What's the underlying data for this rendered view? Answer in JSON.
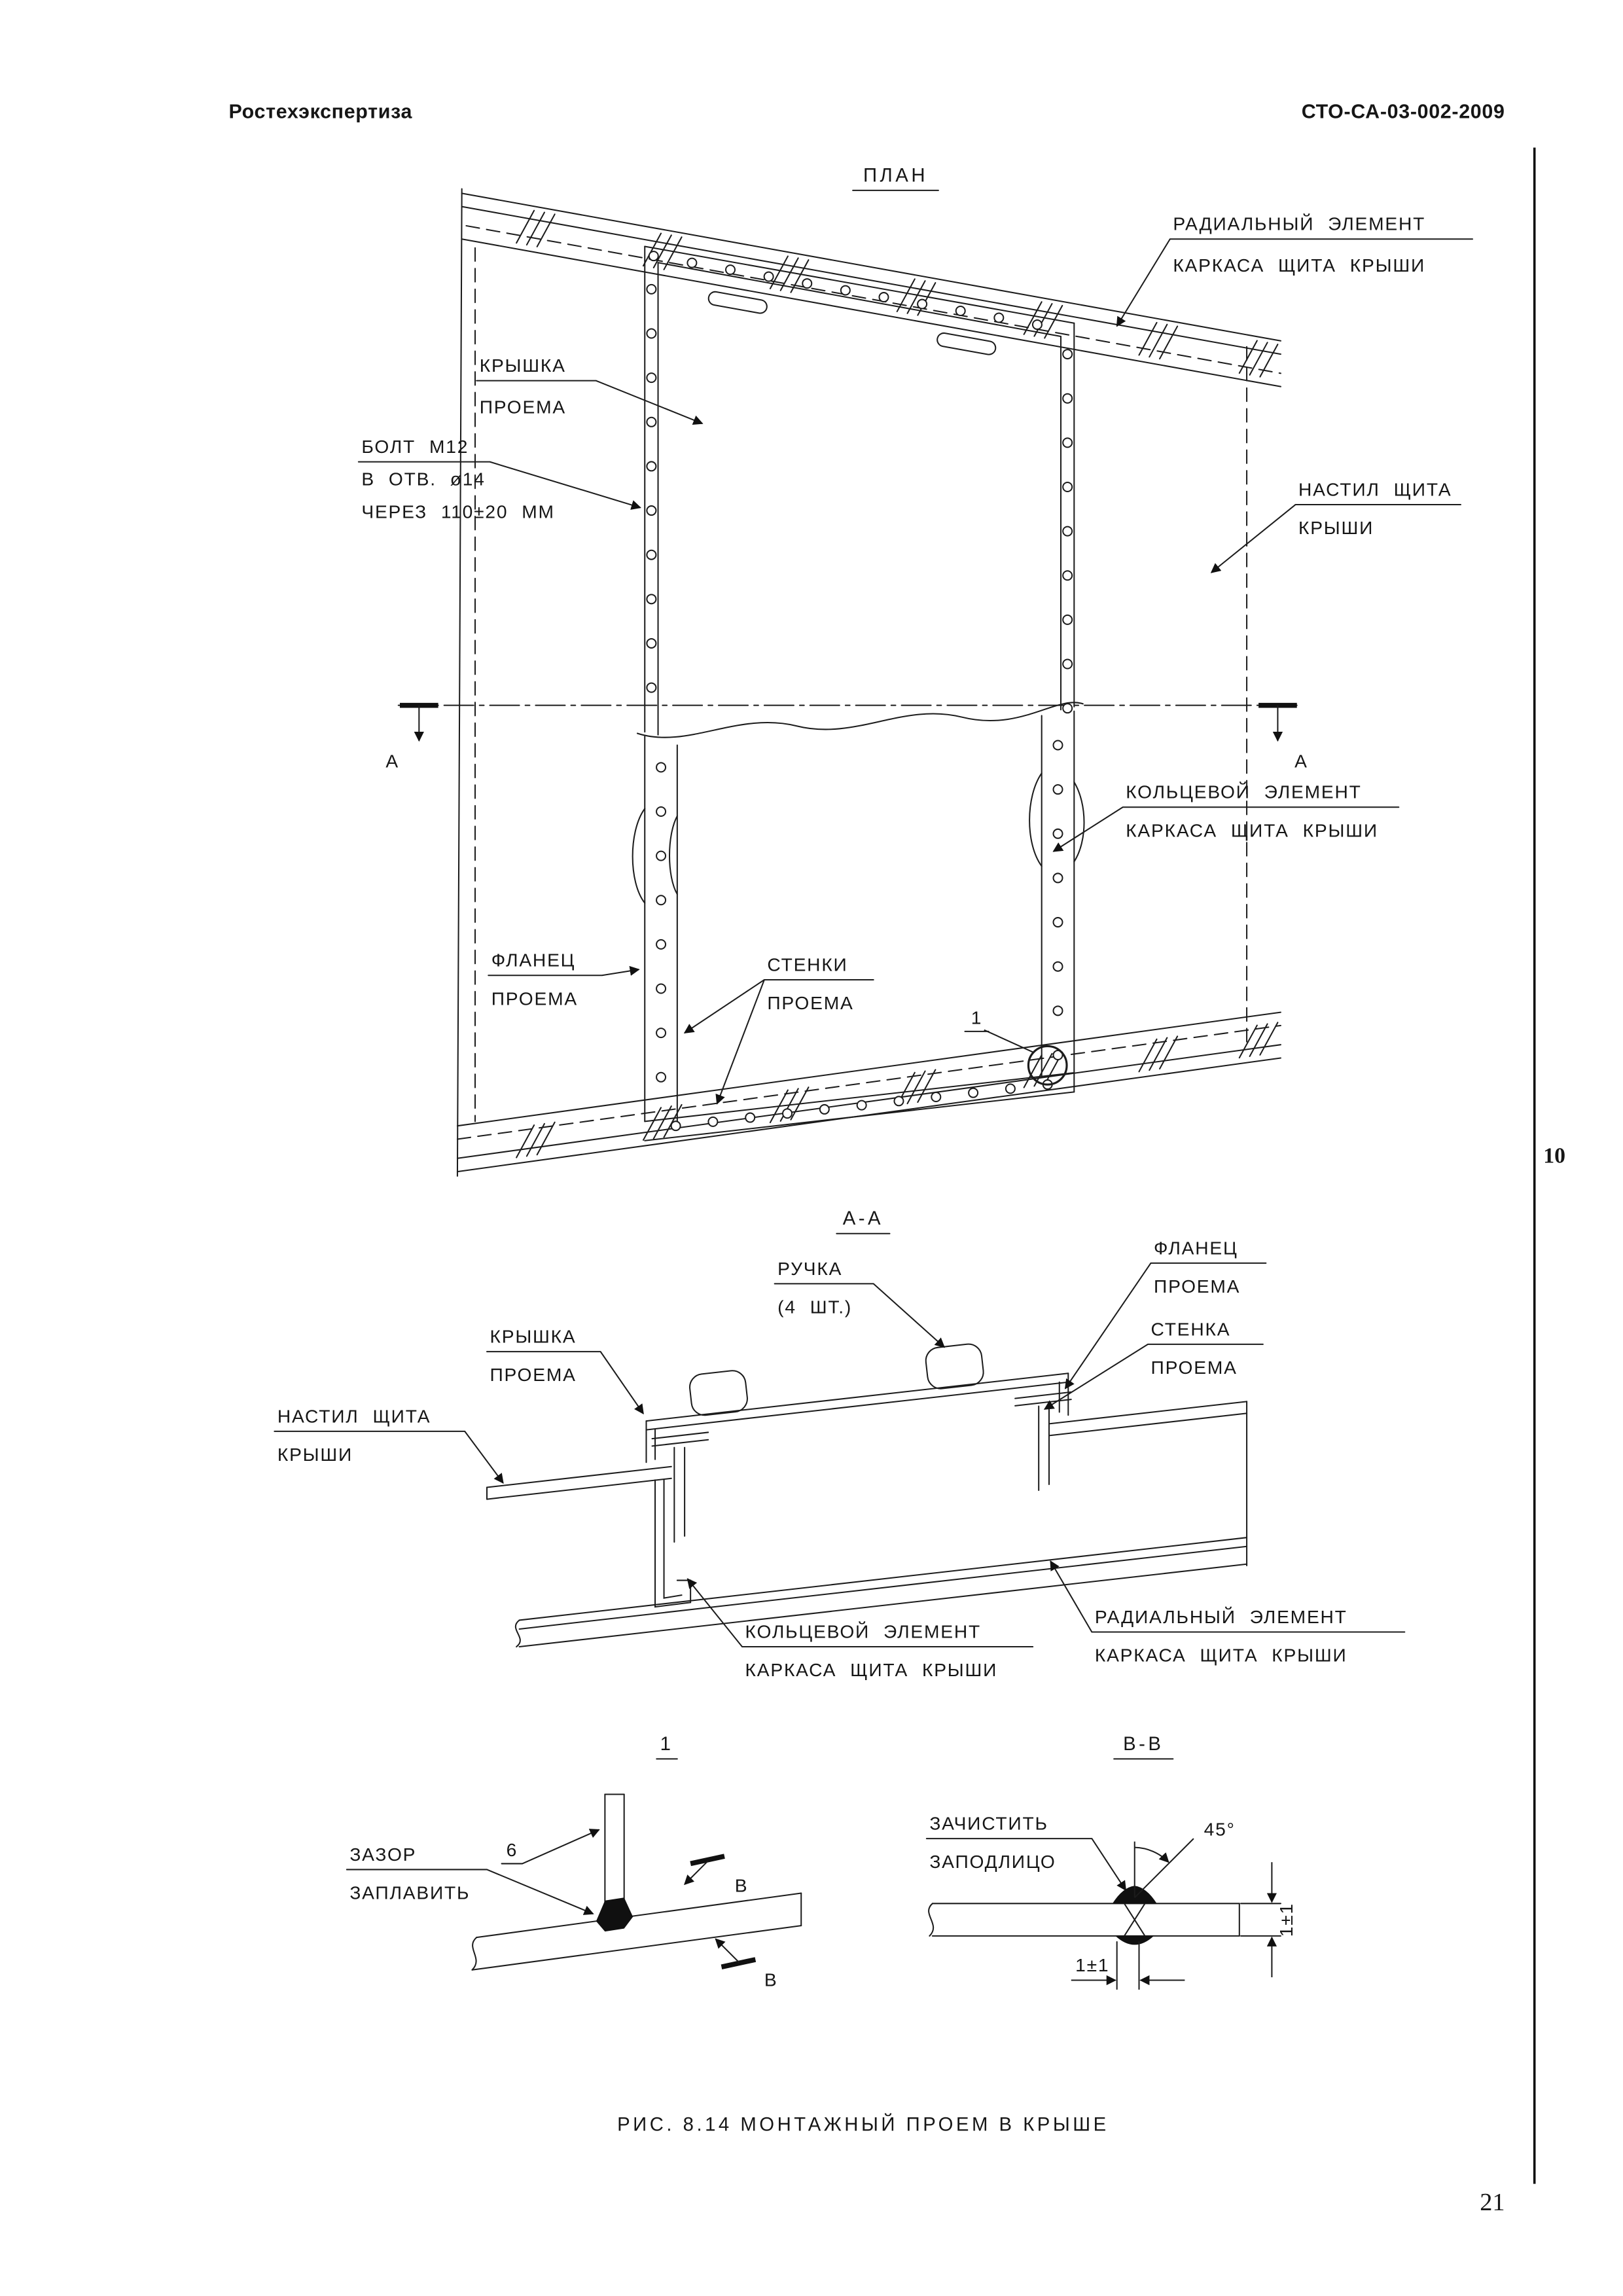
{
  "header": {
    "left": "Ростехэкспертиза",
    "right": "СТО-СА-03-002-2009"
  },
  "margin": {
    "clause": "10",
    "page": "21"
  },
  "caption": "РИС. 8.14 МОНТАЖНЫЙ ПРОЕМ В КРЫШЕ",
  "plan": {
    "title": "ПЛАН",
    "radial1": "РАДИАЛЬНЫЙ ЭЛЕМЕНТ",
    "radial2": "КАРКАСА ЩИТА КРЫШИ",
    "cover1": "КРЫШКА",
    "cover2": "ПРОЕМА",
    "bolt1": "БОЛТ М12",
    "bolt2": "В ОТВ. ø14",
    "bolt3": "ЧЕРЕЗ 110±20 ММ",
    "deck1": "НАСТИЛ ЩИТА",
    "deck2": "КРЫШИ",
    "ring1": "КОЛЬЦЕВОЙ ЭЛЕМЕНТ",
    "ring2": "КАРКАСА ЩИТА КРЫШИ",
    "flange1": "ФЛАНЕЦ",
    "flange2": "ПРОЕМА",
    "walls1": "СТЕНКИ",
    "walls2": "ПРОЕМА",
    "detail_ref": "1",
    "marker_a": "А"
  },
  "section_aa": {
    "title": "А-А",
    "handle1": "РУЧКА",
    "handle2": "(4 ШТ.)",
    "flange1": "ФЛАНЕЦ",
    "flange2": "ПРОЕМА",
    "cover1": "КРЫШКА",
    "cover2": "ПРОЕМА",
    "wall1": "СТЕНКА",
    "wall2": "ПРОЕМА",
    "deck1": "НАСТИЛ ЩИТА",
    "deck2": "КРЫШИ",
    "ring1": "КОЛЬЦЕВОЙ ЭЛЕМЕНТ",
    "ring2": "КАРКАСА ЩИТА КРЫШИ",
    "radial1": "РАДИАЛЬНЫЙ ЭЛЕМЕНТ",
    "radial2": "КАРКАСА ЩИТА КРЫШИ"
  },
  "detail1": {
    "title": "1",
    "gap1": "ЗАЗОР",
    "gap2": "ЗАПЛАВИТЬ",
    "dim6": "6",
    "marker_b": "В"
  },
  "section_bb": {
    "title": "В-В",
    "grind1": "ЗАЧИСТИТЬ",
    "grind2": "ЗАПОДЛИЦО",
    "angle": "45°",
    "dim_h": "1±1",
    "dim_v": "1±1"
  }
}
